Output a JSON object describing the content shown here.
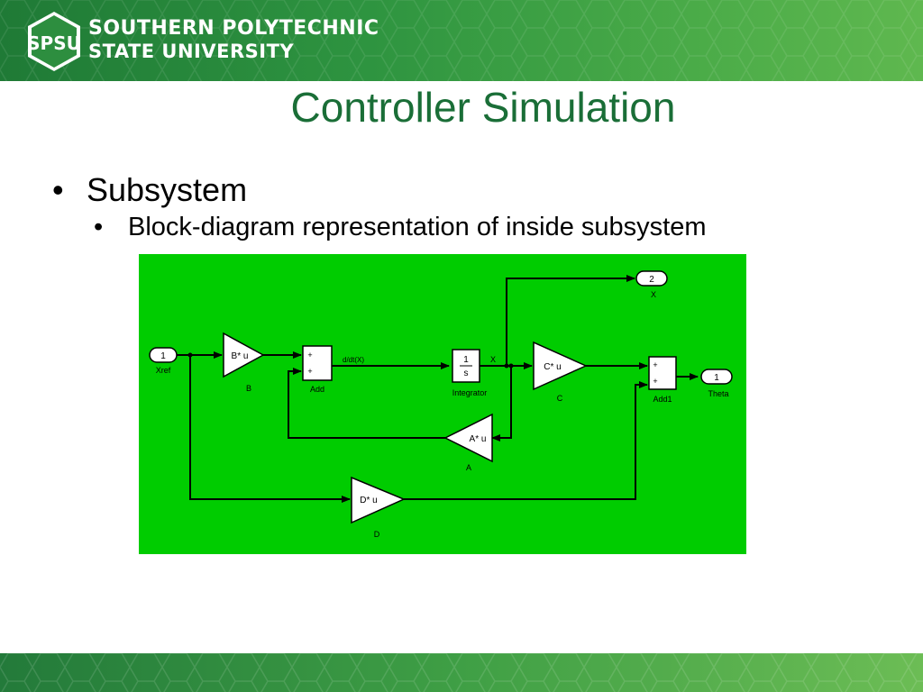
{
  "header": {
    "logo_text": "SPSU",
    "university_line1": "SOUTHERN POLYTECHNIC",
    "university_line2": "STATE UNIVERSITY"
  },
  "slide": {
    "title": "Controller Simulation",
    "bullets": [
      {
        "text": "Subsystem",
        "sub": [
          "Block-diagram representation of inside subsystem"
        ]
      }
    ]
  },
  "diagram": {
    "ports": {
      "in1": {
        "number": "1",
        "label": "Xref"
      },
      "out2": {
        "number": "2",
        "label": "X"
      },
      "out1": {
        "number": "1",
        "label": "Theta"
      }
    },
    "blocks": {
      "gain_b": {
        "expr": "B* u",
        "label": "B"
      },
      "gain_c": {
        "expr": "C* u",
        "label": "C"
      },
      "gain_a": {
        "expr": "A* u",
        "label": "A"
      },
      "gain_d": {
        "expr": "D* u",
        "label": "D"
      },
      "add": {
        "label": "Add",
        "signs": [
          "+",
          "+"
        ]
      },
      "add1": {
        "label": "Add1",
        "signs": [
          "+",
          "+"
        ]
      },
      "integrator": {
        "numerator": "1",
        "denominator": "s",
        "label": "Integrator"
      }
    },
    "signals": {
      "derivative": "d/dt(X)",
      "state": "X"
    },
    "colors": {
      "background": "#00cc00",
      "block_fill": "#ffffff",
      "line": "#000000"
    }
  }
}
